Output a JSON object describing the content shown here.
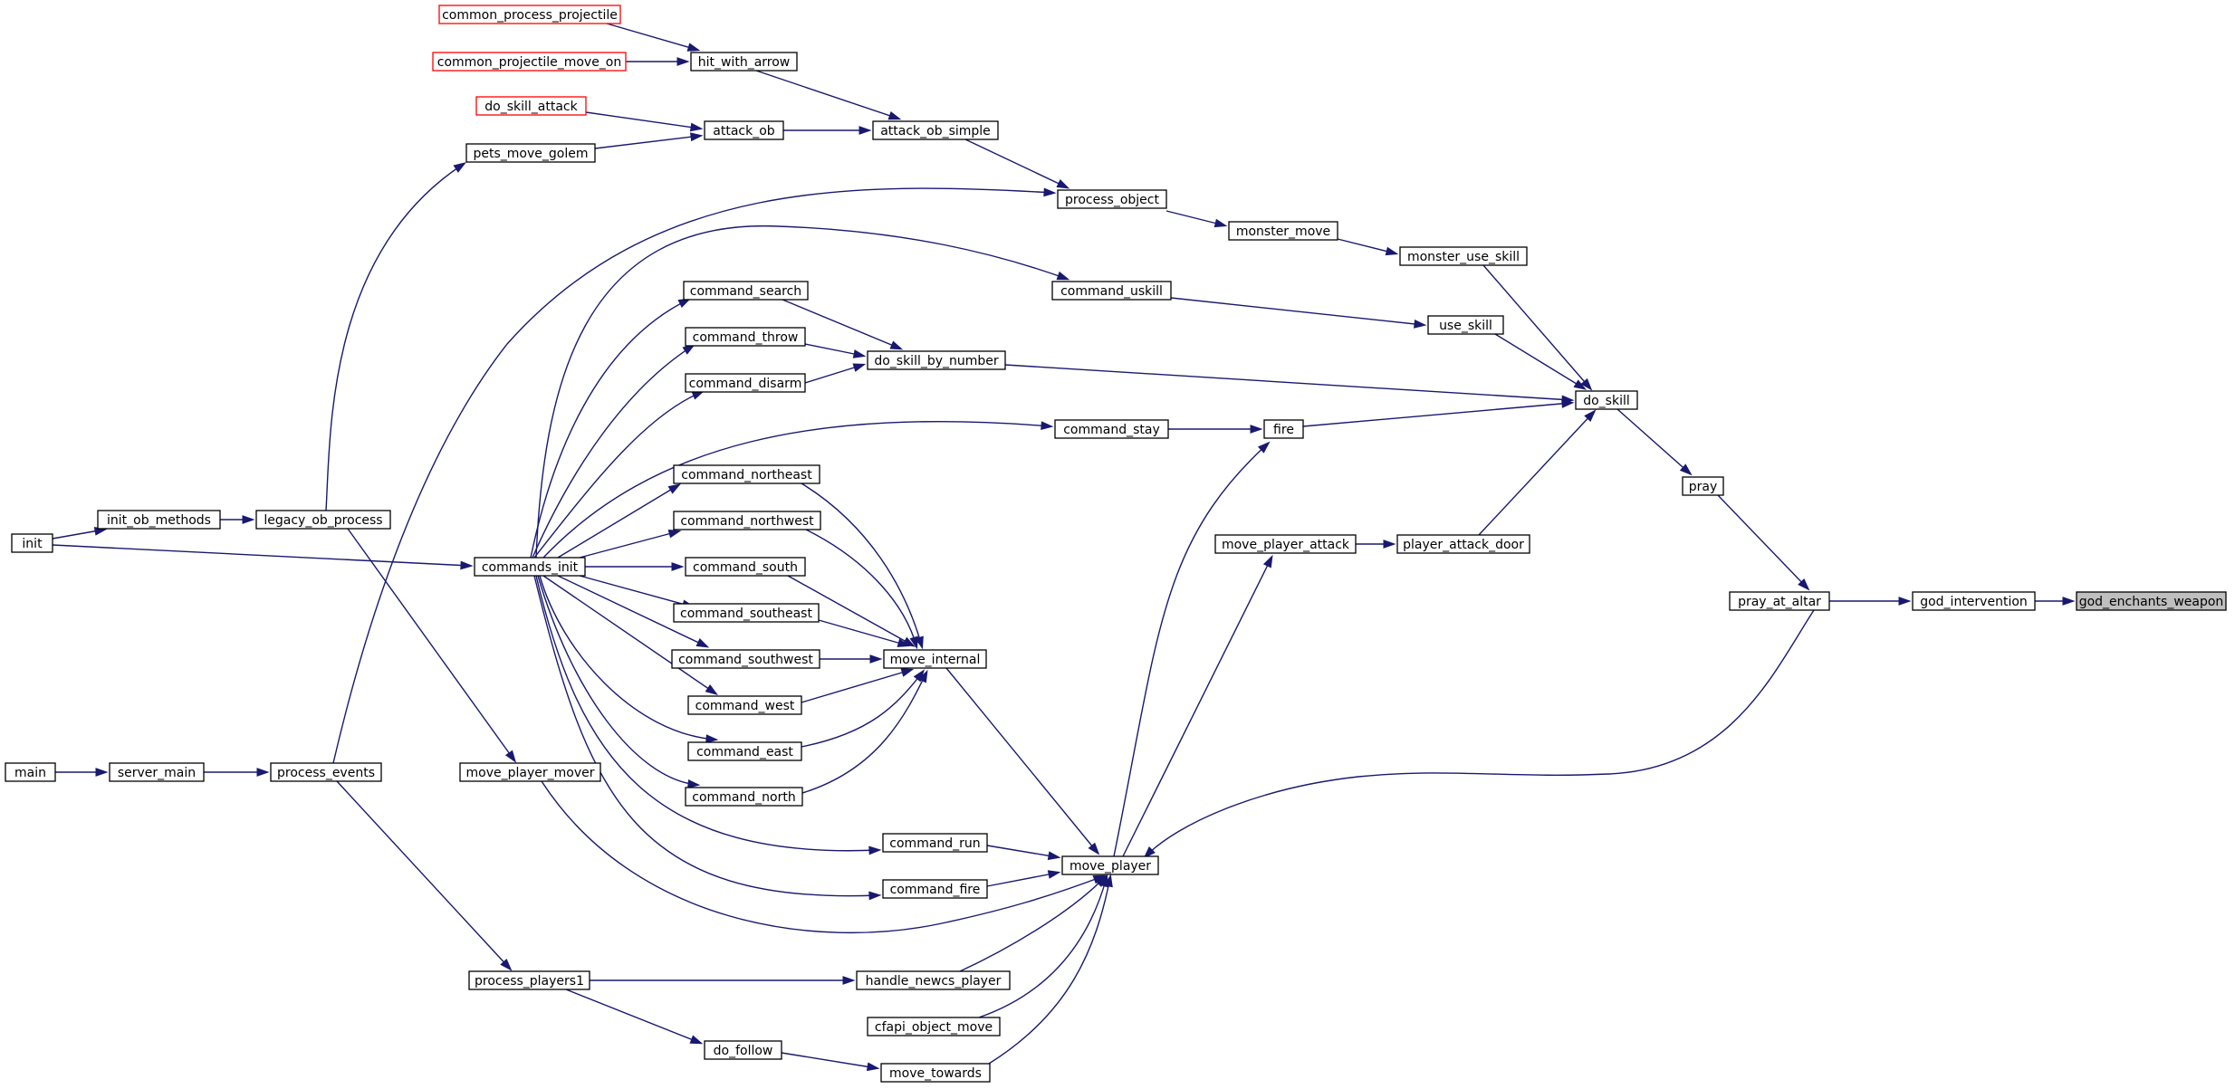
{
  "diagram": {
    "title": "",
    "edge_color": "#191970",
    "focus_fill": "#bfbfbf",
    "undocumented_border": "#ff0000",
    "nodes": [
      {
        "id": "god_enchants_weapon",
        "label": "god_enchants_weapon",
        "style": "focus"
      },
      {
        "id": "god_intervention",
        "label": "god_intervention"
      },
      {
        "id": "pray_at_altar",
        "label": "pray_at_altar"
      },
      {
        "id": "pray",
        "label": "pray"
      },
      {
        "id": "move_player",
        "label": "move_player"
      },
      {
        "id": "do_skill",
        "label": "do_skill"
      },
      {
        "id": "monster_use_skill",
        "label": "monster_use_skill"
      },
      {
        "id": "use_skill",
        "label": "use_skill"
      },
      {
        "id": "do_skill_by_number",
        "label": "do_skill_by_number"
      },
      {
        "id": "fire",
        "label": "fire"
      },
      {
        "id": "player_attack_door",
        "label": "player_attack_door"
      },
      {
        "id": "monster_move",
        "label": "monster_move"
      },
      {
        "id": "process_object",
        "label": "process_object"
      },
      {
        "id": "attack_ob_simple",
        "label": "attack_ob_simple"
      },
      {
        "id": "attack_ob",
        "label": "attack_ob"
      },
      {
        "id": "hit_with_arrow",
        "label": "hit_with_arrow"
      },
      {
        "id": "common_process_projectile",
        "label": "common_process_projectile",
        "style": "undoc"
      },
      {
        "id": "common_projectile_move_on",
        "label": "common_projectile_move_on",
        "style": "undoc"
      },
      {
        "id": "do_skill_attack",
        "label": "do_skill_attack",
        "style": "undoc"
      },
      {
        "id": "pets_move_golem",
        "label": "pets_move_golem"
      },
      {
        "id": "legacy_ob_process",
        "label": "legacy_ob_process"
      },
      {
        "id": "init_ob_methods",
        "label": "init_ob_methods"
      },
      {
        "id": "init",
        "label": "init"
      },
      {
        "id": "process_events",
        "label": "process_events"
      },
      {
        "id": "server_main",
        "label": "server_main"
      },
      {
        "id": "main",
        "label": "main"
      },
      {
        "id": "command_uskill",
        "label": "command_uskill"
      },
      {
        "id": "commands_init",
        "label": "commands_init"
      },
      {
        "id": "command_search",
        "label": "command_search"
      },
      {
        "id": "command_throw",
        "label": "command_throw"
      },
      {
        "id": "command_disarm",
        "label": "command_disarm"
      },
      {
        "id": "command_stay",
        "label": "command_stay"
      },
      {
        "id": "move_player_attack",
        "label": "move_player_attack"
      },
      {
        "id": "move_internal",
        "label": "move_internal"
      },
      {
        "id": "command_northeast",
        "label": "command_northeast"
      },
      {
        "id": "command_northwest",
        "label": "command_northwest"
      },
      {
        "id": "command_south",
        "label": "command_south"
      },
      {
        "id": "command_southeast",
        "label": "command_southeast"
      },
      {
        "id": "command_southwest",
        "label": "command_southwest"
      },
      {
        "id": "command_west",
        "label": "command_west"
      },
      {
        "id": "command_east",
        "label": "command_east"
      },
      {
        "id": "command_north",
        "label": "command_north"
      },
      {
        "id": "move_player_mover",
        "label": "move_player_mover"
      },
      {
        "id": "command_run",
        "label": "command_run"
      },
      {
        "id": "command_fire",
        "label": "command_fire"
      },
      {
        "id": "process_players1",
        "label": "process_players1"
      },
      {
        "id": "handle_newcs_player",
        "label": "handle_newcs_player"
      },
      {
        "id": "cfapi_object_move",
        "label": "cfapi_object_move"
      },
      {
        "id": "do_follow",
        "label": "do_follow"
      },
      {
        "id": "move_towards",
        "label": "move_towards"
      }
    ],
    "edges": [
      {
        "from": "god_intervention",
        "to": "god_enchants_weapon"
      },
      {
        "from": "pray_at_altar",
        "to": "god_intervention"
      },
      {
        "from": "pray",
        "to": "pray_at_altar"
      },
      {
        "from": "move_player",
        "to": "pray_at_altar"
      },
      {
        "from": "do_skill",
        "to": "pray"
      },
      {
        "from": "monster_use_skill",
        "to": "do_skill"
      },
      {
        "from": "use_skill",
        "to": "do_skill"
      },
      {
        "from": "do_skill_by_number",
        "to": "do_skill"
      },
      {
        "from": "fire",
        "to": "do_skill"
      },
      {
        "from": "player_attack_door",
        "to": "do_skill"
      },
      {
        "from": "monster_move",
        "to": "monster_use_skill"
      },
      {
        "from": "process_object",
        "to": "monster_move"
      },
      {
        "from": "attack_ob_simple",
        "to": "process_object"
      },
      {
        "from": "process_events",
        "to": "process_object"
      },
      {
        "from": "hit_with_arrow",
        "to": "attack_ob_simple"
      },
      {
        "from": "attack_ob",
        "to": "attack_ob_simple"
      },
      {
        "from": "common_process_projectile",
        "to": "hit_with_arrow"
      },
      {
        "from": "common_projectile_move_on",
        "to": "hit_with_arrow"
      },
      {
        "from": "do_skill_attack",
        "to": "attack_ob"
      },
      {
        "from": "pets_move_golem",
        "to": "attack_ob"
      },
      {
        "from": "legacy_ob_process",
        "to": "pets_move_golem"
      },
      {
        "from": "init_ob_methods",
        "to": "legacy_ob_process"
      },
      {
        "from": "init",
        "to": "init_ob_methods"
      },
      {
        "from": "init",
        "to": "commands_init"
      },
      {
        "from": "server_main",
        "to": "process_events"
      },
      {
        "from": "main",
        "to": "server_main"
      },
      {
        "from": "command_uskill",
        "to": "use_skill"
      },
      {
        "from": "commands_init",
        "to": "command_uskill"
      },
      {
        "from": "command_search",
        "to": "do_skill_by_number"
      },
      {
        "from": "command_throw",
        "to": "do_skill_by_number"
      },
      {
        "from": "command_disarm",
        "to": "do_skill_by_number"
      },
      {
        "from": "commands_init",
        "to": "command_search"
      },
      {
        "from": "commands_init",
        "to": "command_throw"
      },
      {
        "from": "commands_init",
        "to": "command_disarm"
      },
      {
        "from": "command_stay",
        "to": "fire"
      },
      {
        "from": "move_player",
        "to": "fire"
      },
      {
        "from": "commands_init",
        "to": "command_stay"
      },
      {
        "from": "move_player_attack",
        "to": "player_attack_door"
      },
      {
        "from": "move_player",
        "to": "move_player_attack"
      },
      {
        "from": "move_internal",
        "to": "move_player"
      },
      {
        "from": "commands_init",
        "to": "command_northeast"
      },
      {
        "from": "commands_init",
        "to": "command_northwest"
      },
      {
        "from": "commands_init",
        "to": "command_south"
      },
      {
        "from": "commands_init",
        "to": "command_southeast"
      },
      {
        "from": "commands_init",
        "to": "command_southwest"
      },
      {
        "from": "commands_init",
        "to": "command_west"
      },
      {
        "from": "commands_init",
        "to": "command_east"
      },
      {
        "from": "commands_init",
        "to": "command_north"
      },
      {
        "from": "commands_init",
        "to": "command_run"
      },
      {
        "from": "commands_init",
        "to": "command_fire"
      },
      {
        "from": "command_northeast",
        "to": "move_internal"
      },
      {
        "from": "command_northwest",
        "to": "move_internal"
      },
      {
        "from": "command_south",
        "to": "move_internal"
      },
      {
        "from": "command_southeast",
        "to": "move_internal"
      },
      {
        "from": "command_southwest",
        "to": "move_internal"
      },
      {
        "from": "command_west",
        "to": "move_internal"
      },
      {
        "from": "command_east",
        "to": "move_internal"
      },
      {
        "from": "command_north",
        "to": "move_internal"
      },
      {
        "from": "command_run",
        "to": "move_player"
      },
      {
        "from": "command_fire",
        "to": "move_player"
      },
      {
        "from": "move_player_mover",
        "to": "move_player"
      },
      {
        "from": "handle_newcs_player",
        "to": "move_player"
      },
      {
        "from": "cfapi_object_move",
        "to": "move_player"
      },
      {
        "from": "move_towards",
        "to": "move_player"
      },
      {
        "from": "legacy_ob_process",
        "to": "move_player_mover"
      },
      {
        "from": "process_events",
        "to": "process_players1"
      },
      {
        "from": "process_players1",
        "to": "handle_newcs_player"
      },
      {
        "from": "process_players1",
        "to": "do_follow"
      },
      {
        "from": "do_follow",
        "to": "move_towards"
      }
    ]
  }
}
